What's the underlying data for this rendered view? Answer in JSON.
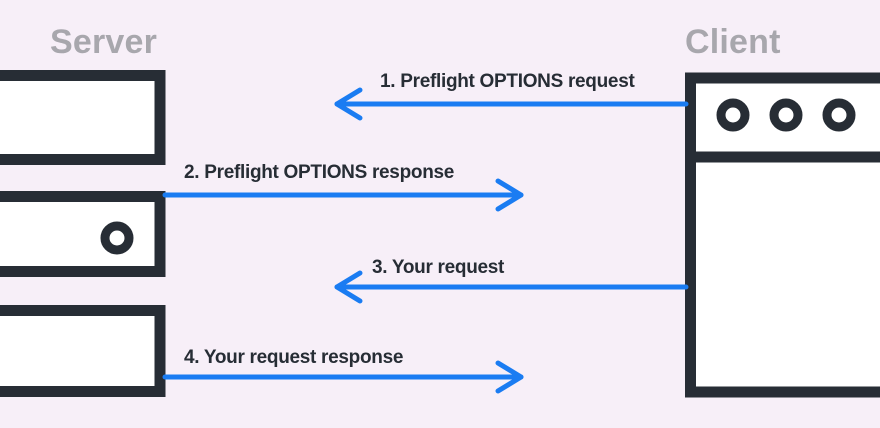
{
  "labels": {
    "server": "Server",
    "client": "Client"
  },
  "steps": [
    {
      "label": "1. Preflight OPTIONS request",
      "direction": "client-to-server"
    },
    {
      "label": "2. Preflight OPTIONS response",
      "direction": "server-to-client"
    },
    {
      "label": "3. Your request",
      "direction": "client-to-server"
    },
    {
      "label": "4. Your request response",
      "direction": "server-to-client"
    }
  ],
  "colors": {
    "background": "#f7eff8",
    "outline": "#272d35",
    "arrow": "#1a7cf2",
    "heading": "#a8a7ad",
    "box_fill": "#ffffff"
  }
}
